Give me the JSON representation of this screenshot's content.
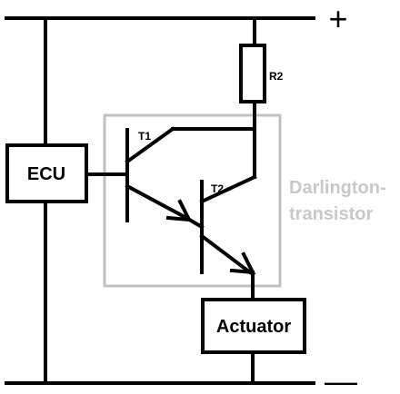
{
  "diagram": {
    "supply": {
      "plus": "+",
      "minus": "—"
    },
    "components": {
      "ecu": {
        "label": "ECU"
      },
      "resistor": {
        "label": "R2"
      },
      "transistor1": {
        "label": "T1"
      },
      "transistor2": {
        "label": "T2"
      },
      "actuator": {
        "label": "Actuator"
      }
    },
    "darlington": {
      "line1": "Darlington-",
      "line2": "transistor"
    },
    "colors": {
      "wire": "#000000",
      "darlington_box": "#c0c0c0",
      "darlington_text": "#c8c8c8"
    }
  }
}
